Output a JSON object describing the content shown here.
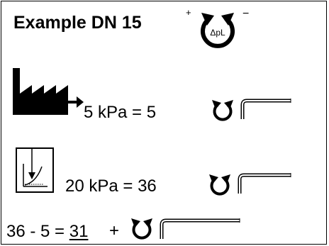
{
  "title": "Example DN 15",
  "dial_icon": {
    "label": "ΔpL",
    "plus_sign": "+",
    "minus_sign": "−"
  },
  "steps": [
    {
      "icon": "factory-icon",
      "arrow_icon": "right-arrow-icon",
      "text": "5 kPa = 5",
      "rotate_icon": "counterclockwise-turn-icon",
      "tool_icon": "hex-key-icon"
    },
    {
      "icon": "pressure-diagram-icon",
      "text": "20 kPa = 36",
      "rotate_icon": "counterclockwise-turn-icon",
      "tool_icon": "hex-key-icon"
    },
    {
      "expression": "36 - 5 = ",
      "result": "31",
      "plus_sign": "+",
      "rotate_icon": "clockwise-turn-icon",
      "tool_icon": "hex-key-icon"
    }
  ]
}
